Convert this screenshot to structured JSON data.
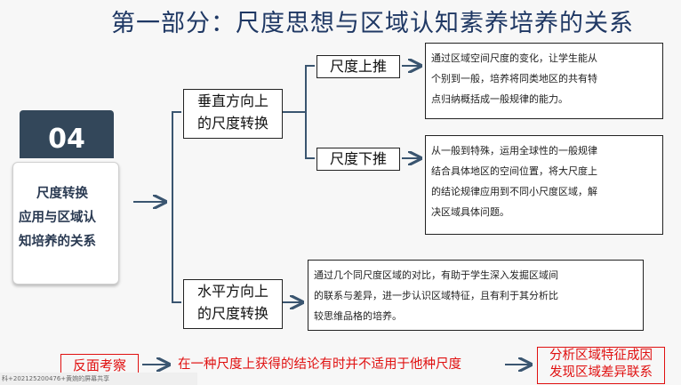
{
  "title": "第一部分：尺度思想与区域认知素养培养的关系",
  "card": {
    "number": "04",
    "lines": [
      "尺度转换",
      "应用与区域认",
      "知培养的关系"
    ]
  },
  "branches": {
    "vertical": {
      "line1": "垂直方向上",
      "line2": "的尺度转换"
    },
    "horizontal": {
      "line1": "水平方向上",
      "line2": "的尺度转换"
    }
  },
  "sub": {
    "up": "尺度上推",
    "down": "尺度下推"
  },
  "desc": {
    "up": [
      "通过区域空间尺度的变化，让学生能从",
      "个别到一般，培养将同类地区的共有特",
      "点归纳概括成一般规律的能力。"
    ],
    "down": [
      "从一般到特殊，运用全球性的一般规律",
      "结合具体地区的空间位置，将大尺度上",
      "的结论规律应用到不同小尺度区域，解",
      "决区域具体问题。"
    ],
    "horizontal": [
      "通过几个同尺度区域的对比，有助于学生深入发掘区域间",
      "的联系与差异，进一步认识区域特征，且有利于其分析比",
      "较思维品格的培养。"
    ]
  },
  "bottom": {
    "left": "反面考察",
    "middle": "在一种尺度上获得的结论有时并不适用于他种尺度",
    "right_line1": "分析区域特征成因",
    "right_line2": "发现区域差异联系"
  },
  "footer": "科+2021252004​76+黄婉的屏幕共享",
  "colors": {
    "title": "#1f3864",
    "card_tab": "#33475a",
    "red": "#e01010",
    "arrow": "#3a5570"
  }
}
